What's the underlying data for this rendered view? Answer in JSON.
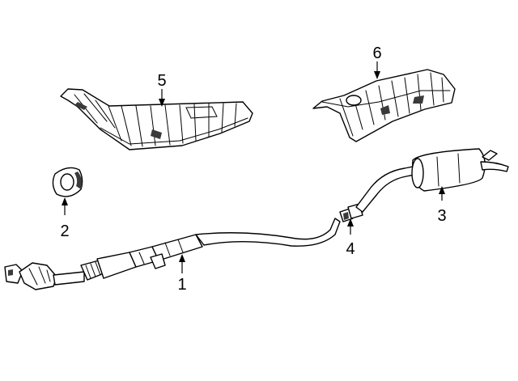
{
  "callouts": [
    {
      "number": "1"
    },
    {
      "number": "2"
    },
    {
      "number": "3"
    },
    {
      "number": "4"
    },
    {
      "number": "5"
    },
    {
      "number": "6"
    }
  ]
}
